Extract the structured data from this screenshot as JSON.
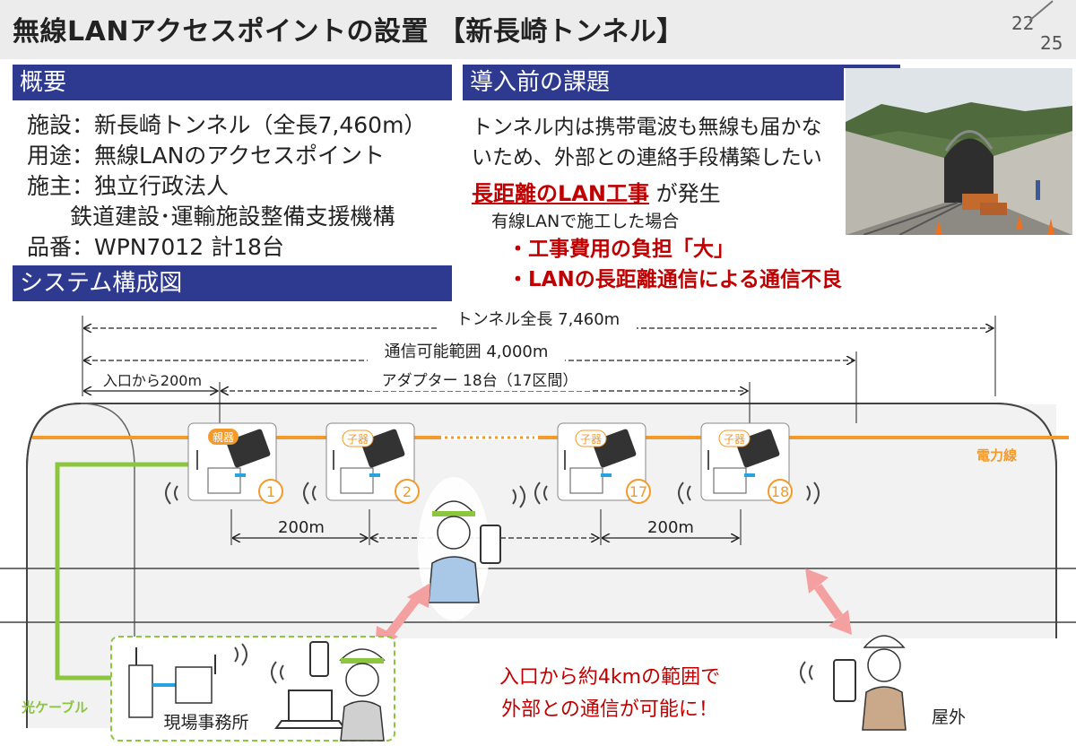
{
  "header": {
    "title": "無線LANアクセスポイントの設置 【新長崎トンネル】",
    "page_current": "22",
    "page_total": "25"
  },
  "overview": {
    "heading": "概要",
    "lines": [
      "施設：新長崎トンネル（全長7,460m）",
      "用途：無線LANのアクセスポイント",
      "施主：独立行政法人",
      "鉄道建設･運輸施設整備支援機構",
      "品番：WPN7012 計18台"
    ]
  },
  "challenge": {
    "heading": "導入前の課題",
    "line1": "トンネル内は携帯電波も無線も届かな",
    "line2": "いため、外部との連絡手段構築したい",
    "emph": "長距離のLAN工事",
    "emph_suffix": " が発生",
    "sub": "有線LANで施工した場合",
    "bullets": [
      "・工事費用の負担「大」",
      "・LANの長距離通信による通信不良"
    ]
  },
  "system": {
    "heading": "システム構成図",
    "dim_total": "トンネル全長 7,460m",
    "dim_range": "通信可能範囲 4,000m",
    "dim_entrance": "入口から200m",
    "dim_adapters": "アダプター 18台（17区間）",
    "power_line": "電力線",
    "fiber": "光ケーブル",
    "office": "現場事務所",
    "outside": "屋外",
    "parent_tag": "親器",
    "child_tag": "子器",
    "units": [
      "1",
      "2",
      "17",
      "18"
    ],
    "spacing_labels": [
      "200m",
      "200m"
    ],
    "result_line1": "入口から約4kmの範囲で",
    "result_line2": "外部との通信が可能に！",
    "colors": {
      "power": "#f39a2b",
      "fiber": "#8cc63f",
      "red": "#c00000",
      "navy": "#2e3a8f",
      "arrow": "#f4a0a0"
    }
  }
}
